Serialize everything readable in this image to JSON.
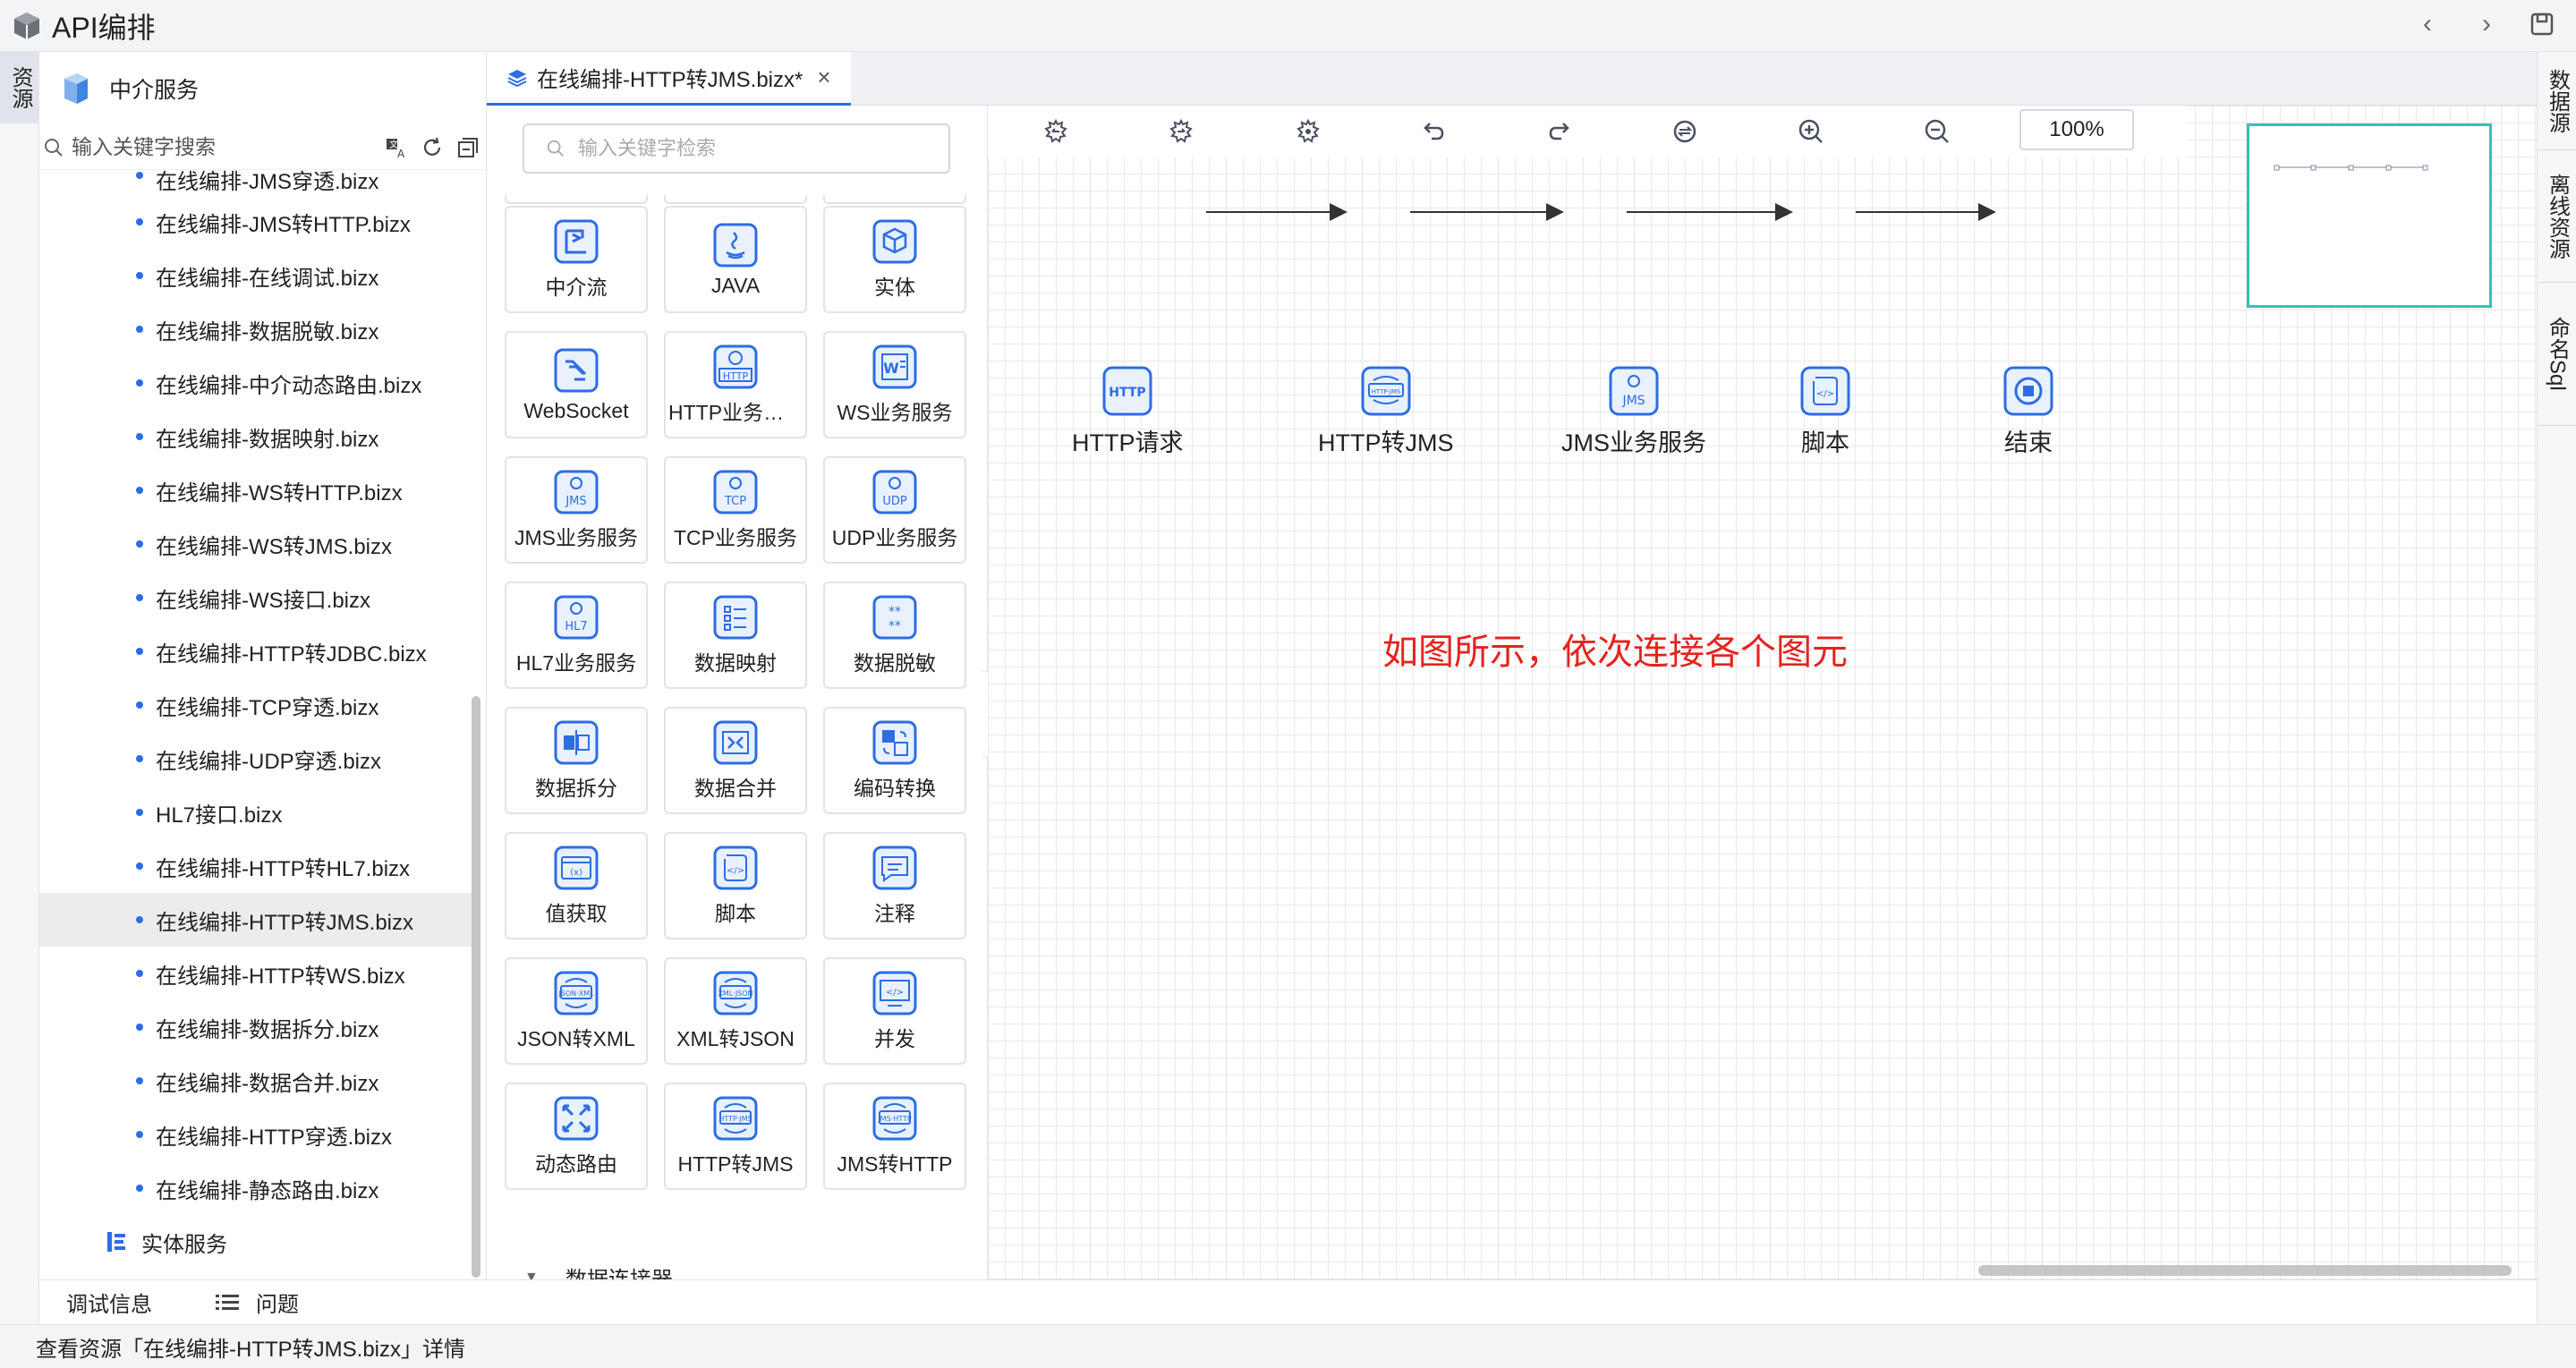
{
  "app": {
    "title": "API编排"
  },
  "title_controls": {
    "back": "‹",
    "forward": "›"
  },
  "left_strip": {
    "tab": "资源"
  },
  "right_strip": {
    "tabs": [
      "数据源",
      "离线资源",
      "命名Sql"
    ]
  },
  "resource": {
    "header": "中介服务",
    "search_placeholder": "输入关键字搜索",
    "items": [
      "在线编排-JMS穿透.bizx",
      "在线编排-JMS转HTTP.bizx",
      "在线编排-在线调试.bizx",
      "在线编排-数据脱敏.bizx",
      "在线编排-中介动态路由.bizx",
      "在线编排-数据映射.bizx",
      "在线编排-WS转HTTP.bizx",
      "在线编排-WS转JMS.bizx",
      "在线编排-WS接口.bizx",
      "在线编排-HTTP转JDBC.bizx",
      "在线编排-TCP穿透.bizx",
      "在线编排-UDP穿透.bizx",
      "HL7接口.bizx",
      "在线编排-HTTP转HL7.bizx",
      "在线编排-HTTP转JMS.bizx",
      "在线编排-HTTP转WS.bizx",
      "在线编排-数据拆分.bizx",
      "在线编排-数据合并.bizx",
      "在线编排-HTTP穿透.bizx",
      "在线编排-静态路由.bizx"
    ],
    "selected_index": 14,
    "sub_section": "实体服务"
  },
  "editor": {
    "tab_label": "在线编排-HTTP转JMS.bizx*",
    "tab_close": "×"
  },
  "palette": {
    "search_placeholder": "输入关键字检索",
    "items": [
      {
        "label": "中介流",
        "icon": "flow-icon"
      },
      {
        "label": "JAVA",
        "icon": "java-icon"
      },
      {
        "label": "实体",
        "icon": "entity-cube-icon"
      },
      {
        "label": "WebSocket",
        "icon": "websocket-icon"
      },
      {
        "label": "HTTP业务服务",
        "icon": "http-service-icon"
      },
      {
        "label": "WS业务服务",
        "icon": "ws-service-icon"
      },
      {
        "label": "JMS业务服务",
        "icon": "jms-service-icon"
      },
      {
        "label": "TCP业务服务",
        "icon": "tcp-service-icon"
      },
      {
        "label": "UDP业务服务",
        "icon": "udp-service-icon"
      },
      {
        "label": "HL7业务服务",
        "icon": "hl7-service-icon"
      },
      {
        "label": "数据映射",
        "icon": "data-mapping-icon"
      },
      {
        "label": "数据脱敏",
        "icon": "data-masking-icon"
      },
      {
        "label": "数据拆分",
        "icon": "data-split-icon"
      },
      {
        "label": "数据合并",
        "icon": "data-merge-icon"
      },
      {
        "label": "编码转换",
        "icon": "encoding-convert-icon"
      },
      {
        "label": "值获取",
        "icon": "value-get-icon"
      },
      {
        "label": "脚本",
        "icon": "script-icon"
      },
      {
        "label": "注释",
        "icon": "comment-icon"
      },
      {
        "label": "JSON转XML",
        "icon": "json-to-xml-icon"
      },
      {
        "label": "XML转JSON",
        "icon": "xml-to-json-icon"
      },
      {
        "label": "并发",
        "icon": "concurrent-icon"
      },
      {
        "label": "动态路由",
        "icon": "dynamic-route-icon"
      },
      {
        "label": "HTTP转JMS",
        "icon": "http-to-jms-icon"
      },
      {
        "label": "JMS转HTTP",
        "icon": "jms-to-http-icon"
      }
    ],
    "group": "数据连接器"
  },
  "canvas": {
    "zoom": "100%",
    "nodes": [
      {
        "label": "HTTP请求",
        "icon": "http-request-icon"
      },
      {
        "label": "HTTP转JMS",
        "icon": "http-to-jms-icon"
      },
      {
        "label": "JMS业务服务",
        "icon": "jms-service-icon"
      },
      {
        "label": "脚本",
        "icon": "script-icon"
      },
      {
        "label": "结束",
        "icon": "end-icon"
      }
    ],
    "annotation": "如图所示，依次连接各个图元"
  },
  "bottom_tabs": {
    "debug": "调试信息",
    "problems": "问题"
  },
  "status": {
    "text": "查看资源「在线编排-HTTP转JMS.bizx」详情"
  },
  "colors": {
    "accent": "#2d6de3",
    "annotation": "#e6231e",
    "minimap_border": "#33c3b4"
  }
}
